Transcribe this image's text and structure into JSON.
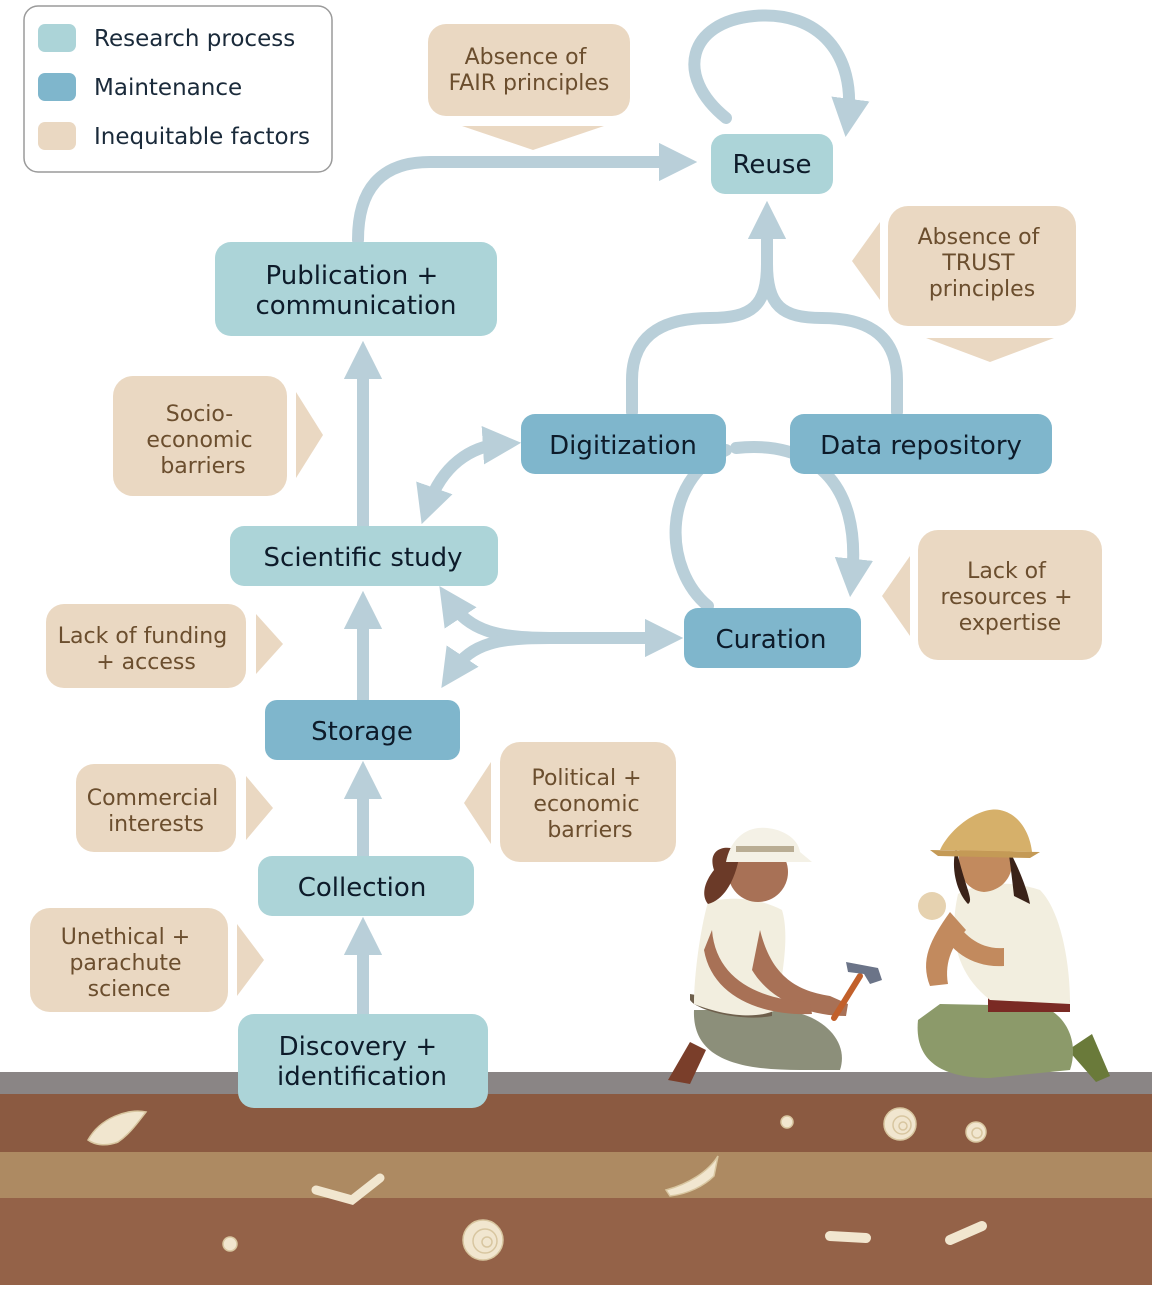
{
  "legend": [
    {
      "label": "Research process",
      "color": "#acd4d8"
    },
    {
      "label": "Maintenance",
      "color": "#7fb6cc"
    },
    {
      "label": "Inequitable factors",
      "color": "#ead8c2"
    }
  ],
  "colors": {
    "research": "#acd4d8",
    "maintenance": "#7fb6cc",
    "inequitable": "#ead8c2",
    "arrow": "#b9cfd9",
    "soil_top": "#8a8585",
    "soil_1": "#8b5a41",
    "soil_2": "#ad8a62",
    "soil_3": "#946248"
  },
  "nodes": {
    "reuse": [
      "Reuse"
    ],
    "publication": [
      "Publication +",
      "communication"
    ],
    "digitization": [
      "Digitization"
    ],
    "data_repository": [
      "Data repository"
    ],
    "scientific_study": [
      "Scientific study"
    ],
    "curation": [
      "Curation"
    ],
    "storage": [
      "Storage"
    ],
    "collection": [
      "Collection"
    ],
    "discovery": [
      "Discovery +",
      "identification"
    ]
  },
  "factors": {
    "fair": [
      "Absence of",
      "FAIR principles"
    ],
    "trust": [
      "Absence of",
      "TRUST",
      "principles"
    ],
    "socio": [
      "Socio-",
      "economic",
      "barriers"
    ],
    "funding": [
      "Lack of funding",
      "+ access"
    ],
    "resources": [
      "Lack of",
      "resources +",
      "expertise"
    ],
    "commercial": [
      "Commercial",
      "interests"
    ],
    "political": [
      "Political +",
      "economic",
      "barriers"
    ],
    "unethical": [
      "Unethical +",
      "parachute",
      "science"
    ]
  },
  "illustration": {
    "scene": "two-paleontologists-kneeling",
    "fossils": [
      "shell-icon",
      "ammonite-icon",
      "bone-icon",
      "jaw-icon"
    ]
  }
}
